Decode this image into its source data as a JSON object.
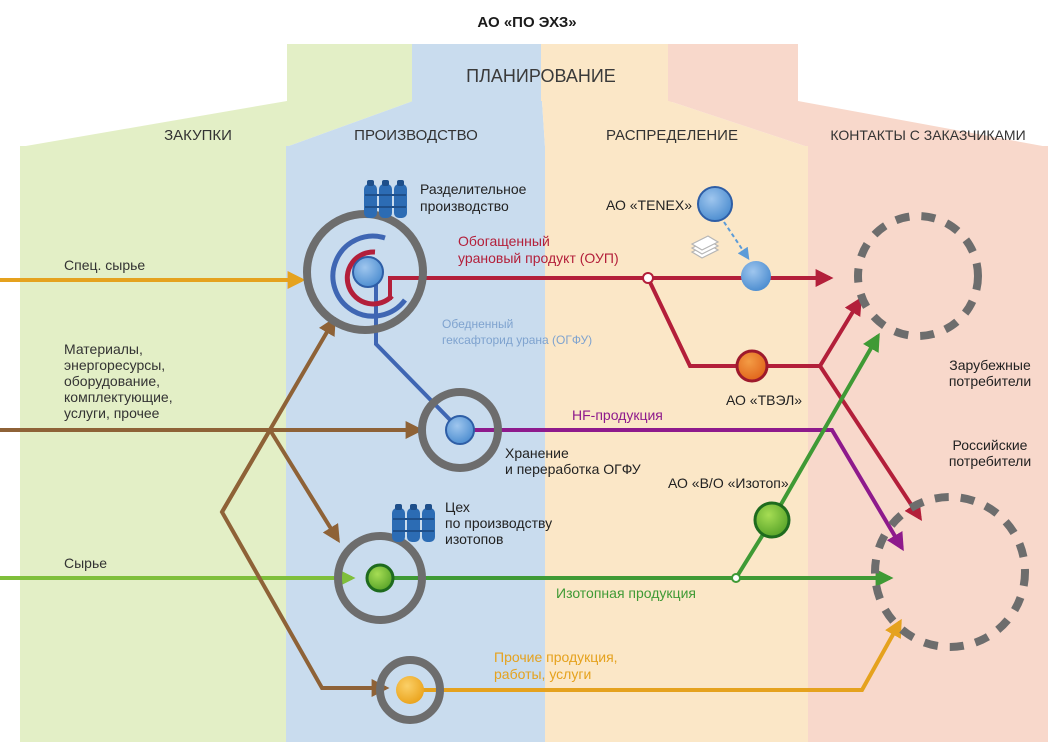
{
  "title": "АО «ПО ЭХЗ»",
  "planning_label": "ПЛАНИРОВАНИЕ",
  "columns": {
    "purchases": "ЗАКУПКИ",
    "production": "ПРОИЗВОДСТВО",
    "distribution": "РАСПРЕДЕЛЕНИЕ",
    "customers": "КОНТАКТЫ С ЗАКАЗЧИКАМИ"
  },
  "inputs": {
    "special_raw": "Спец. сырье",
    "materials": [
      "Материалы,",
      "энергоресурсы,",
      "оборудование,",
      "комплектующие,",
      "услуги, прочее"
    ],
    "raw": "Сырье"
  },
  "units": {
    "separation": [
      "Разделительное",
      "производство"
    ],
    "storage": [
      "Хранение",
      "и переработка ОГФУ"
    ],
    "isotope_shop": [
      "Цех",
      "по производству",
      "изотопов"
    ]
  },
  "products": {
    "oup": [
      "Обогащенный",
      "урановый продукт (ОУП)"
    ],
    "ogfu": [
      "Обедненный",
      "гексафторид урана (ОГФУ)"
    ],
    "hf": "HF-продукция",
    "isotope": "Изотопная продукция",
    "other": [
      "Прочие продукция,",
      "работы, услуги"
    ]
  },
  "partners": {
    "tenex": "АО «TENEX»",
    "tvel": "АО «ТВЭЛ»",
    "izotop": "АО «В/О «Изотоп»"
  },
  "consumers": {
    "foreign": [
      "Зарубежные",
      "потребители"
    ],
    "russian": [
      "Российские",
      "потребители"
    ]
  },
  "colors": {
    "purchases_bg": "#e3efc6",
    "production_bg": "#c9dcee",
    "distribution_bg": "#fbe7c7",
    "customers_bg": "#f8d8cb",
    "orange_arrow": "#e5a21e",
    "brown_arrow": "#8e6237",
    "green_arrow": "#7fbf3b",
    "crimson": "#b31f3a",
    "purple": "#8e1a8c",
    "green_dark": "#3f9a35",
    "blue_node": "#5b9bd8",
    "gray_ring": "#6d6d6d"
  }
}
